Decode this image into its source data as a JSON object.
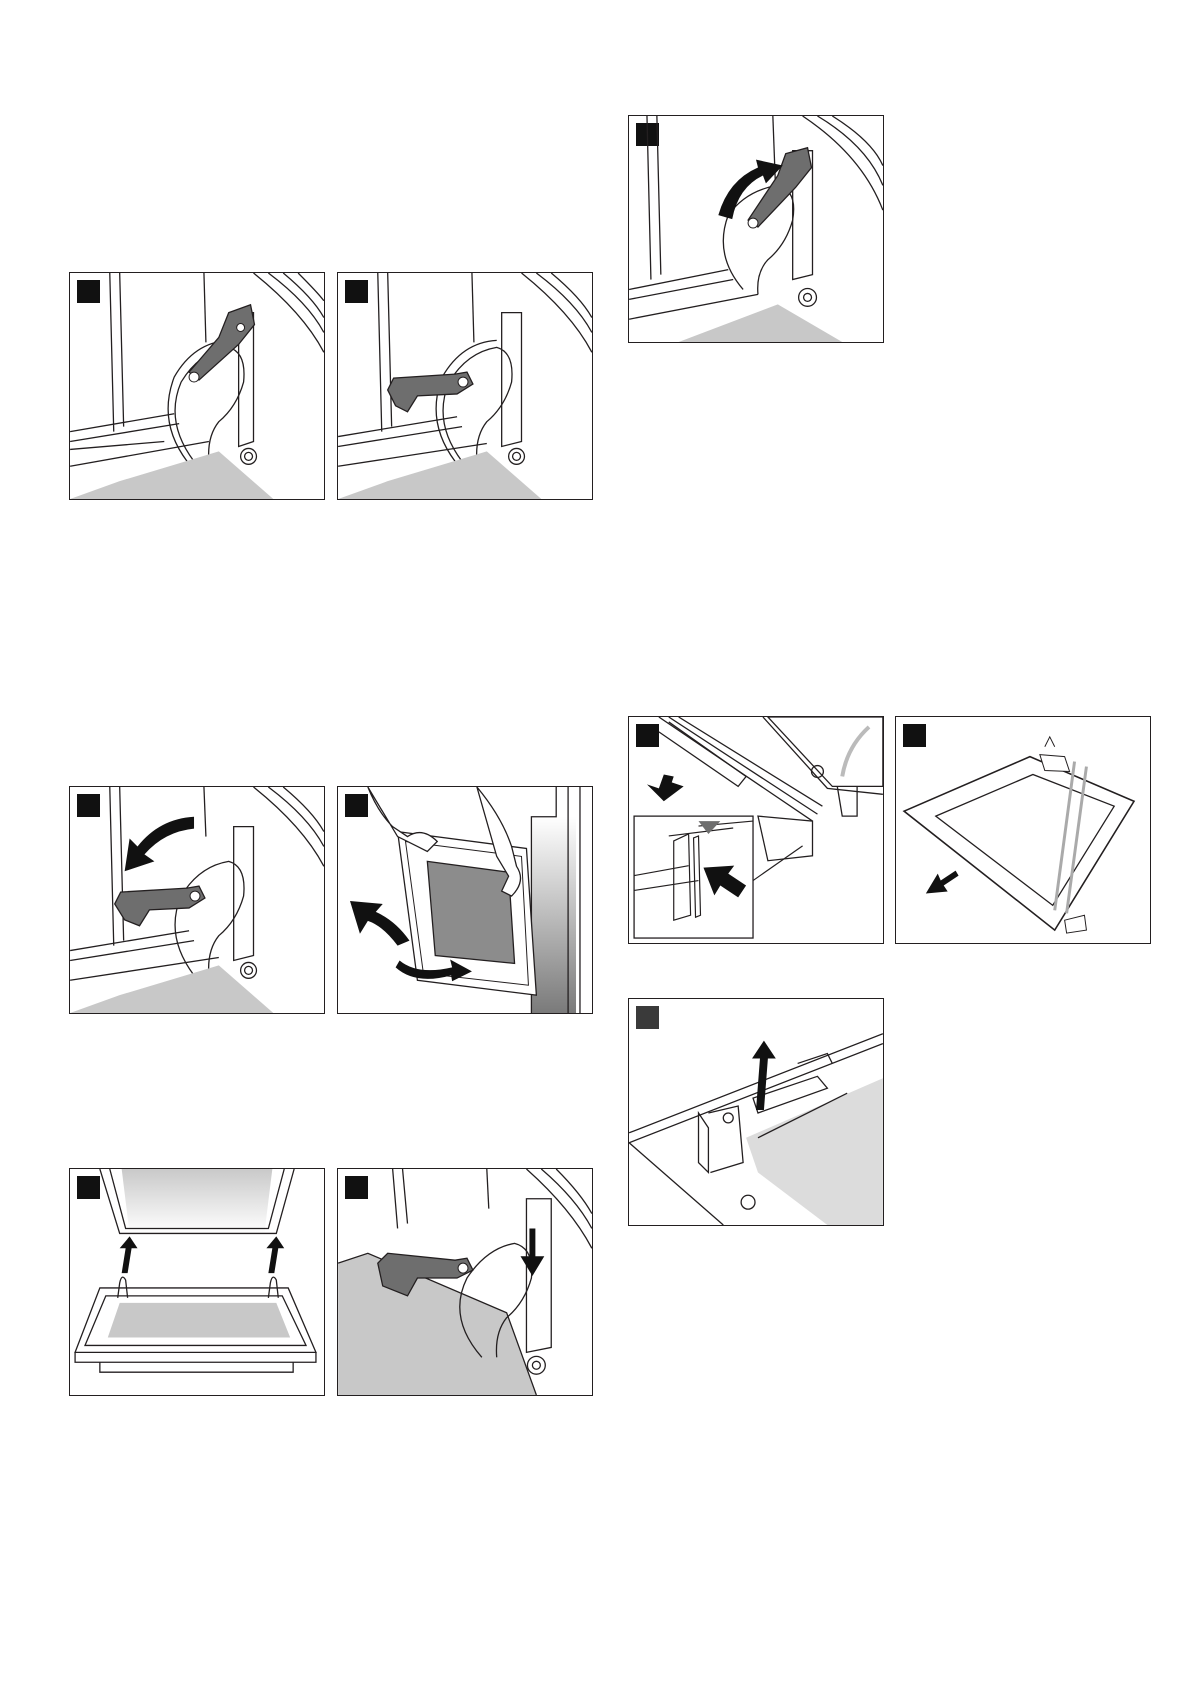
{
  "document": {
    "type": "instruction-illustrations",
    "panels": [
      {
        "id": "fig1-left",
        "icon": "hinge-lever-closed-icon"
      },
      {
        "id": "fig1-right",
        "icon": "hinge-lever-open-icon"
      },
      {
        "id": "fig2",
        "icon": "hinge-lever-raise-icon"
      },
      {
        "id": "fig3-left",
        "icon": "hinge-lever-fold-down-icon"
      },
      {
        "id": "fig3-right",
        "icon": "lift-door-off-icon"
      },
      {
        "id": "fig4-left",
        "icon": "fit-door-hinges-icon"
      },
      {
        "id": "fig4-right",
        "icon": "hinge-lever-push-down-icon"
      },
      {
        "id": "fig5-left",
        "icon": "release-glass-clip-icon"
      },
      {
        "id": "fig5-right",
        "icon": "pull-out-glass-pane-icon"
      },
      {
        "id": "fig6",
        "icon": "remove-glass-holder-icon"
      }
    ],
    "colors": {
      "line": "#231f20",
      "lever": "#6e6e6e",
      "floor": "#c8c8c8",
      "marker": "#111111"
    }
  }
}
